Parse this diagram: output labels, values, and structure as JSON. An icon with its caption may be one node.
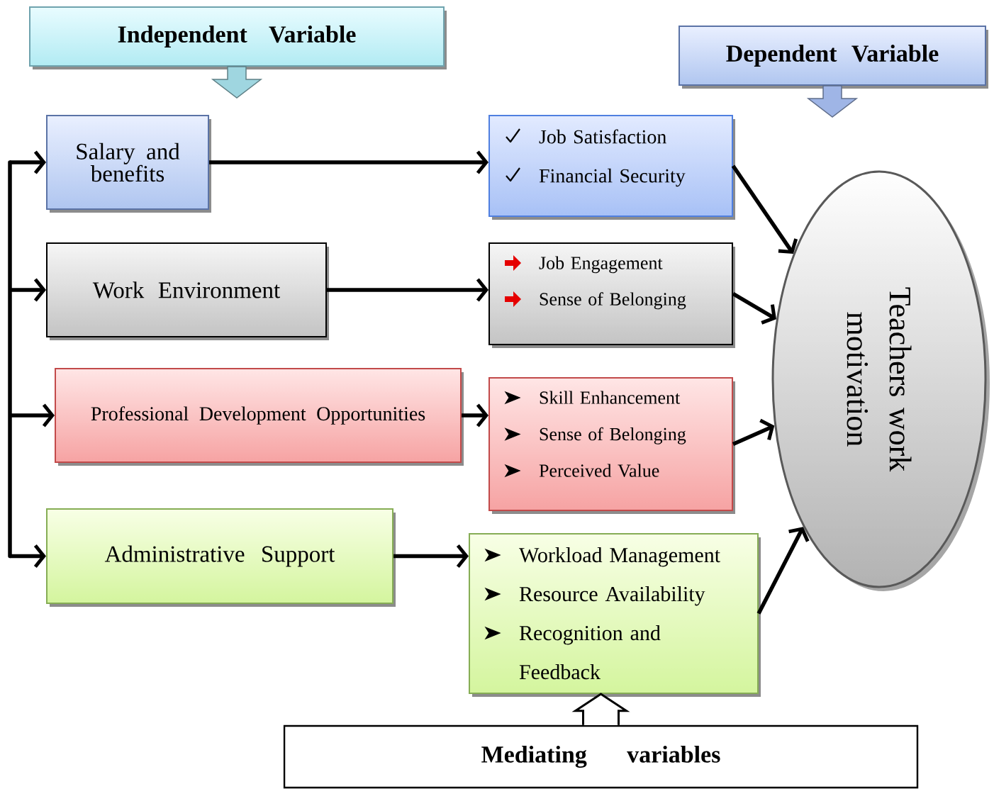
{
  "diagram": {
    "nodes": [
      {
        "text": [
          "Independent Variable"
        ]
      },
      {
        "text": [
          "Dependent Variable"
        ]
      },
      {
        "text": [
          "Salary and benefits"
        ]
      },
      {
        "text": [
          "Work Environment"
        ]
      },
      {
        "text": [
          "Professional Development Opportunities"
        ]
      },
      {
        "text": [
          "Administrative Support"
        ]
      },
      {
        "text": [
          "Job Satisfaction",
          "Financial Security"
        ]
      },
      {
        "text": [
          "Job Engagement",
          "Sense of Belonging"
        ]
      },
      {
        "text": [
          "Skill Enhancement",
          "Sense of Belonging",
          "Perceived Value"
        ]
      },
      {
        "text": [
          "Workload Management",
          "Resource Availability",
          "Recognition and Feedback"
        ]
      },
      {
        "text": [
          "Teachers work motivation"
        ]
      },
      {
        "text": [
          "Mediating variables"
        ]
      }
    ],
    "edges": [
      {
        "from": 2,
        "to": 6,
        "arrow": "to"
      },
      {
        "from": 3,
        "to": 7,
        "arrow": "to"
      },
      {
        "from": 4,
        "to": 8,
        "arrow": "to"
      },
      {
        "from": 5,
        "to": 9,
        "arrow": "to"
      },
      {
        "from": 6,
        "to": 10,
        "arrow": "to"
      },
      {
        "from": 7,
        "to": 10,
        "arrow": "to"
      },
      {
        "from": 8,
        "to": 10,
        "arrow": "to"
      },
      {
        "from": 9,
        "to": 10,
        "arrow": "to"
      },
      {
        "from": 0,
        "to": null,
        "arrow": "to",
        "color": "#9fd6e0"
      },
      {
        "from": 1,
        "to": null,
        "arrow": "to",
        "color": "#9fb5e6"
      },
      {
        "from": 11,
        "to": 9,
        "arrow": "to"
      },
      {
        "from": null,
        "to": 2,
        "arrow": "to"
      },
      {
        "from": null,
        "to": 3,
        "arrow": "to"
      },
      {
        "from": null,
        "to": 4,
        "arrow": "to"
      },
      {
        "from": null,
        "to": 5,
        "arrow": "to"
      }
    ]
  }
}
